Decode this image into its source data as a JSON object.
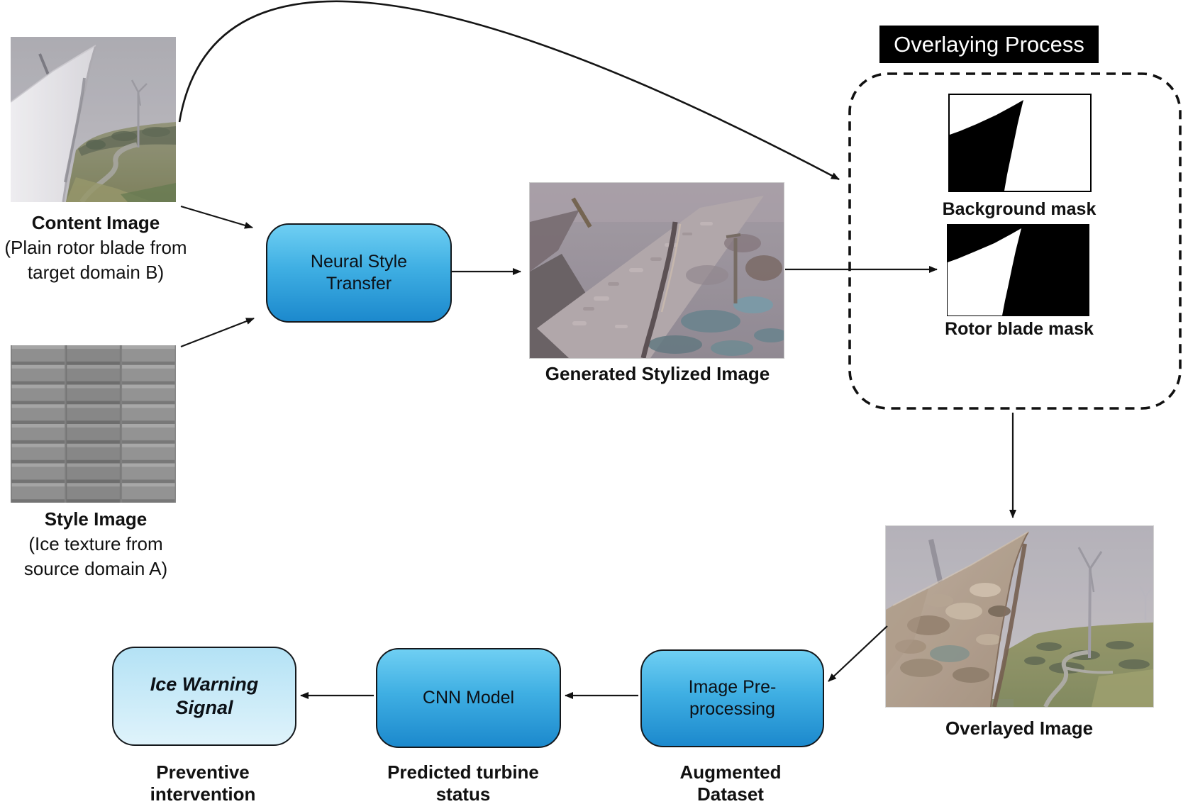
{
  "colors": {
    "process_box_top": "#6FCFF3",
    "process_box_mid": "#3FAFE3",
    "process_box_bottom": "#1C89CD",
    "signal_box_top": "#B4E2F5",
    "signal_box_bottom": "#DFF3FB",
    "title_bar_bg": "#000000",
    "title_bar_text": "#FFFFFF",
    "arrow": "#151515"
  },
  "nodes": {
    "content_image": {
      "title": "Content Image",
      "caption_line1": "(Plain rotor blade from",
      "caption_line2": "target domain B)"
    },
    "style_image": {
      "title": "Style Image",
      "caption_line1": "(Ice texture from",
      "caption_line2": "source domain A)"
    },
    "neural_style_transfer": {
      "line1": "Neural Style",
      "line2": "Transfer"
    },
    "generated_stylized_image": {
      "title": "Generated Stylized Image"
    },
    "overlaying_process": {
      "title": "Overlaying Process",
      "background_mask_label": "Background mask",
      "rotor_blade_mask_label": "Rotor blade mask"
    },
    "overlayed_image": {
      "title": "Overlayed Image"
    },
    "image_preprocessing": {
      "line1": "Image Pre-",
      "line2": "processing",
      "caption_line1": "Augmented",
      "caption_line2": "Dataset"
    },
    "cnn_model": {
      "label": "CNN Model",
      "caption_line1": "Predicted turbine",
      "caption_line2": "status"
    },
    "ice_warning_signal": {
      "line1": "Ice Warning",
      "line2": "Signal",
      "caption_line1": "Preventive",
      "caption_line2": "intervention"
    }
  }
}
